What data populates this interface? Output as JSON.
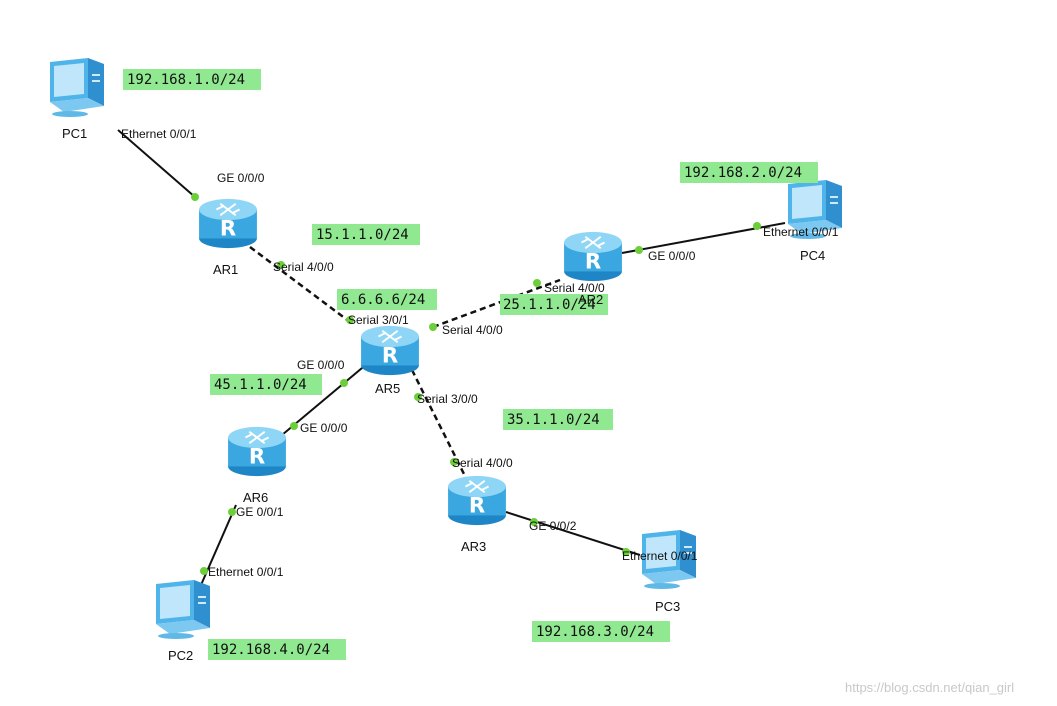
{
  "devices": {
    "pc1": "PC1",
    "pc2": "PC2",
    "pc3": "PC3",
    "pc4": "PC4",
    "ar1": "AR1",
    "ar2": "AR2",
    "ar3": "AR3",
    "ar5": "AR5",
    "ar6": "AR6"
  },
  "subnets": {
    "pc1_net": "192.168.1.0/24",
    "pc4_net": "192.168.2.0/24",
    "ar1_ar5": "15.1.1.0/24",
    "loopback": "6.6.6.6/24",
    "ar2_ar5": "25.1.1.0/24",
    "ar5_ar6": "45.1.1.0/24",
    "ar3_ar5": "35.1.1.0/24",
    "pc3_net": "192.168.3.0/24",
    "pc2_net": "192.168.4.0/24"
  },
  "ports": {
    "pc1_eth": "Ethernet 0/0/1",
    "ar1_ge": "GE 0/0/0",
    "ar1_ser": "Serial 4/0/0",
    "ar5_s301": "Serial 3/0/1",
    "ar5_s400": "Serial 4/0/0",
    "ar5_ge": "GE 0/0/0",
    "ar5_s300": "Serial 3/0/0",
    "ar2_ser": "Serial 4/0/0",
    "ar2_ge": "GE 0/0/0",
    "pc4_eth": "Ethernet 0/0/1",
    "ar6_ge000": "GE 0/0/0",
    "ar6_ge001": "GE 0/0/1",
    "pc2_eth": "Ethernet 0/0/1",
    "ar3_ser": "Serial 4/0/0",
    "ar3_ge": "GE 0/0/2",
    "pc3_eth": "Ethernet 0/0/1"
  },
  "watermark": "https://blog.csdn.net/qian_girl",
  "colors": {
    "subnet_bg": "#90e890",
    "router_body": "#3aa7e0",
    "router_top": "#8fd6f6",
    "pc": "#4fb4ea",
    "port_dot": "#6ccf3a",
    "link": "#111111"
  }
}
